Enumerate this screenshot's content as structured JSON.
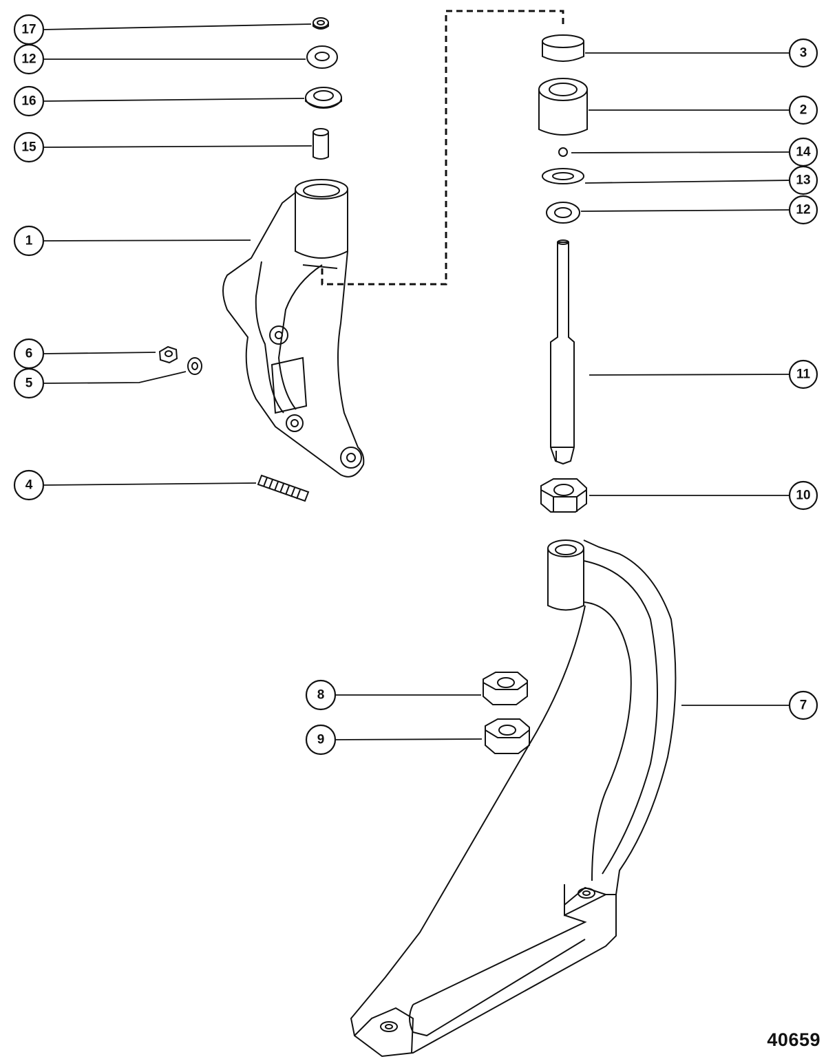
{
  "callouts": {
    "c17a": "17",
    "c12a": "12",
    "c16": "16",
    "c15": "15",
    "c1": "1",
    "c6": "6",
    "c5": "5",
    "c4": "4",
    "c3": "3",
    "c2": "2",
    "c14": "14",
    "c13": "13",
    "c12b": "12",
    "c11": "11",
    "c10": "10",
    "c8": "8",
    "c9": "9",
    "c7": "7"
  },
  "figure_number": "40659",
  "colors": {
    "ink": "#111111",
    "paper": "#ffffff",
    "shade": "#d9d9d9"
  }
}
